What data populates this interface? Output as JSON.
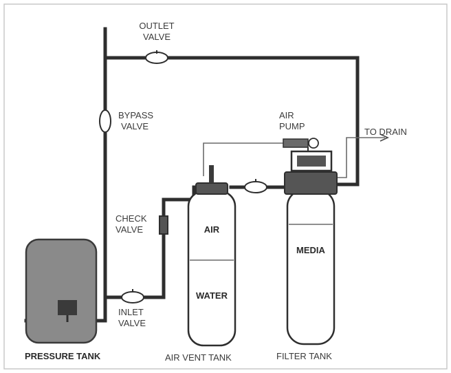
{
  "labels": {
    "outlet_valve_1": "OUTLET",
    "outlet_valve_2": "VALVE",
    "bypass_valve_1": "BYPASS",
    "bypass_valve_2": "VALVE",
    "air_pump_1": "AIR",
    "air_pump_2": "PUMP",
    "to_drain": "TO DRAIN",
    "check_valve_1": "CHECK",
    "check_valve_2": "VALVE",
    "inlet_valve_1": "INLET",
    "inlet_valve_2": "VALVE",
    "air": "AIR",
    "water": "WATER",
    "media": "MEDIA",
    "pressure_tank": "PRESSURE TANK",
    "air_vent_tank": "AIR VENT TANK",
    "filter_tank": "FILTER TANK"
  },
  "colors": {
    "pipe": "#2e2e2e",
    "pressure_tank_fill": "#8a8a8a",
    "background": "#ffffff"
  }
}
